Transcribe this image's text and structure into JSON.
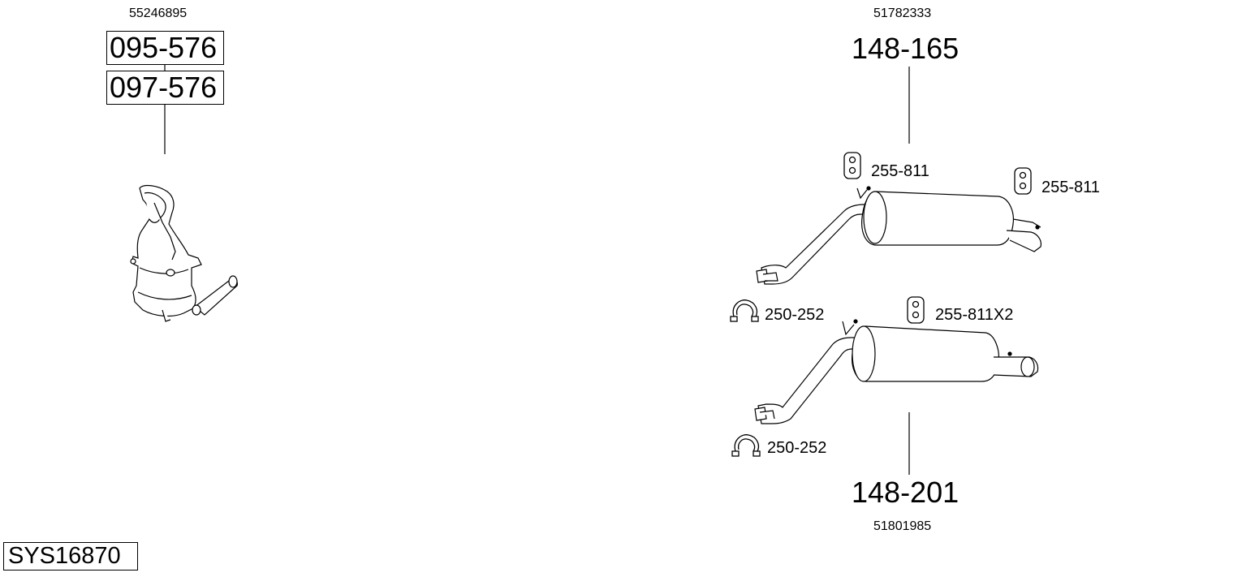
{
  "catalyst": {
    "oem_number": "55246895",
    "part_numbers": [
      "095-576",
      "097-576"
    ]
  },
  "rear_muffler_upper": {
    "oem_number": "51782333",
    "part_number": "148-165",
    "mount_left": "255-811",
    "mount_right": "255-811"
  },
  "rear_muffler_lower": {
    "oem_number": "51801985",
    "part_number": "148-201",
    "mount": "255-811X2",
    "clamp_top": "250-252",
    "clamp_bottom": "250-252"
  },
  "system_id": "SYS16870"
}
